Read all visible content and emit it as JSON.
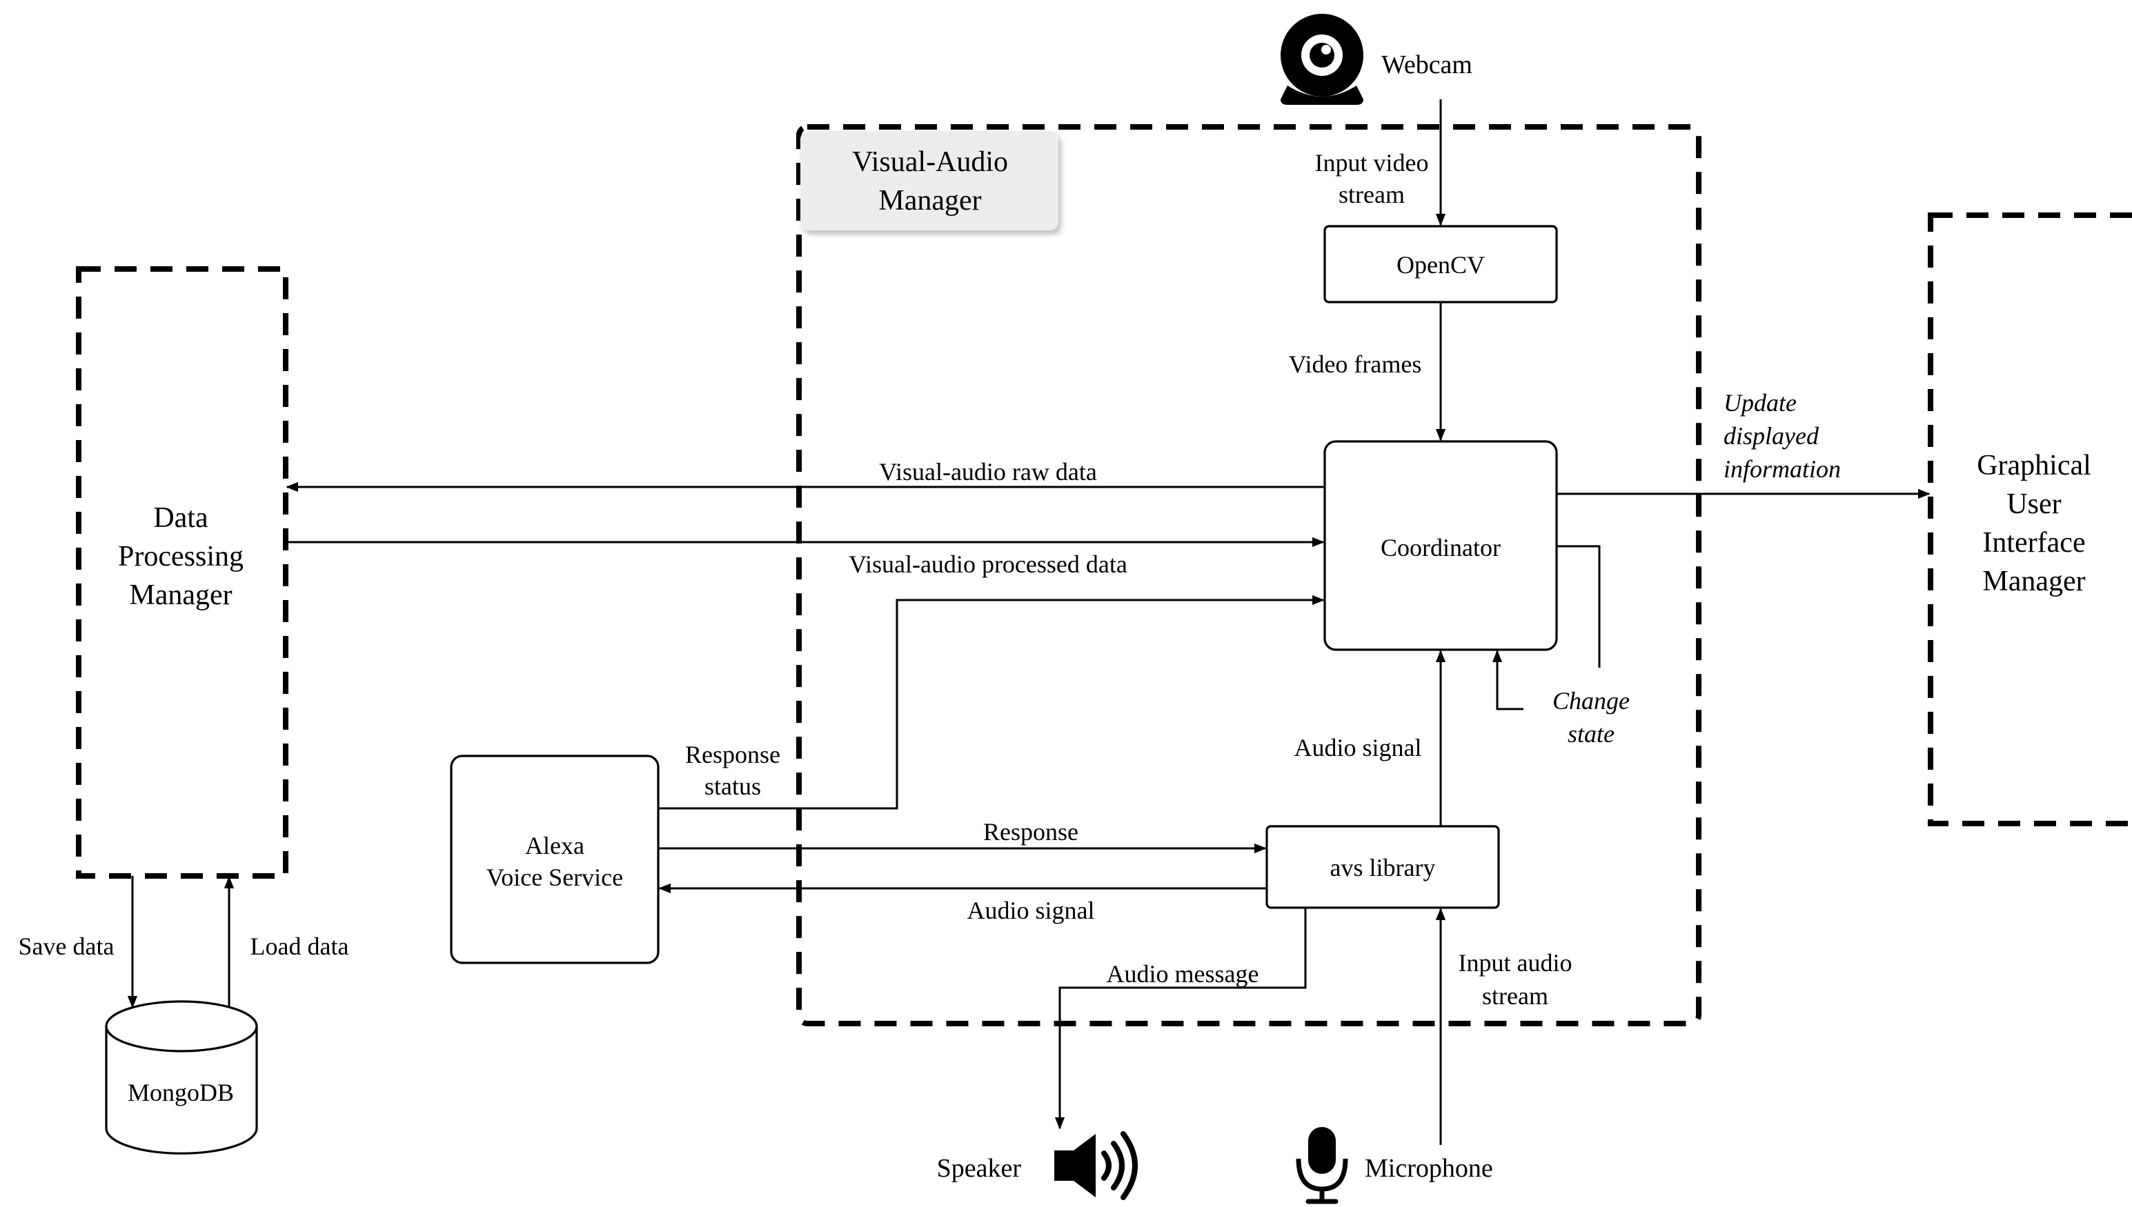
{
  "labels": {
    "webcam": "Webcam",
    "input_video_1": "Input video",
    "input_video_2": "stream",
    "visual_audio_manager_1": "Visual-Audio",
    "visual_audio_manager_2": "Manager",
    "opencv": "OpenCV",
    "video_frames": "Video frames",
    "update_1": "Update",
    "update_2": "displayed",
    "update_3": "information",
    "gui_1": "Graphical",
    "gui_2": "User",
    "gui_3": "Interface",
    "gui_4": "Manager",
    "raw_data": "Visual-audio raw data",
    "processed_data": "Visual-audio processed data",
    "coordinator": "Coordinator",
    "dpm_1": "Data",
    "dpm_2": "Processing",
    "dpm_3": "Manager",
    "change_state_1": "Change",
    "change_state_2": "state",
    "audio_signal_up": "Audio signal",
    "response_status_1": "Response",
    "response_status_2": "status",
    "alexa_1": "Alexa",
    "alexa_2": "Voice Service",
    "response": "Response",
    "avs": "avs library",
    "audio_signal_left": "Audio signal",
    "save_data": "Save data",
    "load_data": "Load data",
    "audio_message": "Audio message",
    "input_audio_1": "Input audio",
    "input_audio_2": "stream",
    "mongodb": "MongoDB",
    "speaker": "Speaker",
    "microphone": "Microphone"
  },
  "icons": {
    "webcam": "webcam-icon",
    "speaker": "speaker-icon",
    "microphone": "microphone-icon"
  }
}
